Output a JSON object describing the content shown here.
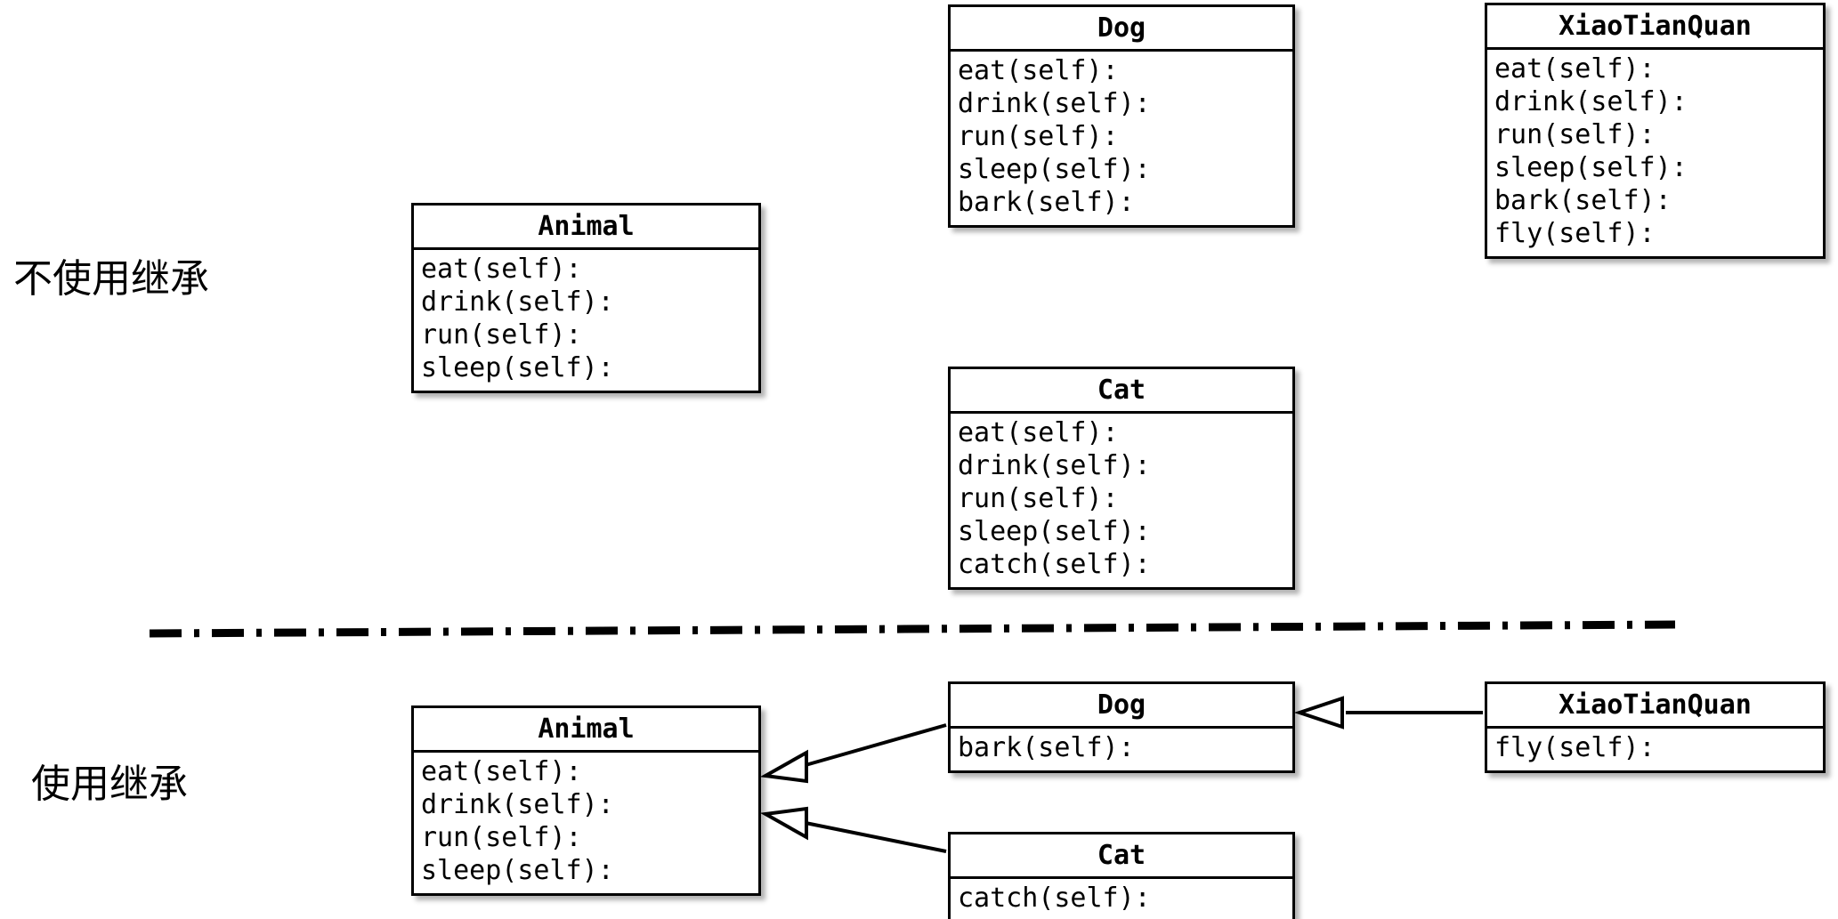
{
  "sections": {
    "without_inheritance": {
      "label": "不使用继承"
    },
    "with_inheritance": {
      "label": "使用继承"
    }
  },
  "classes_without_inheritance": [
    {
      "name": "Animal",
      "methods": [
        "eat(self):",
        "drink(self):",
        "run(self):",
        "sleep(self):"
      ]
    },
    {
      "name": "Dog",
      "methods": [
        "eat(self):",
        "drink(self):",
        "run(self):",
        "sleep(self):",
        "bark(self):"
      ]
    },
    {
      "name": "XiaoTianQuan",
      "methods": [
        "eat(self):",
        "drink(self):",
        "run(self):",
        "sleep(self):",
        "bark(self):",
        "fly(self):"
      ]
    },
    {
      "name": "Cat",
      "methods": [
        "eat(self):",
        "drink(self):",
        "run(self):",
        "sleep(self):",
        "catch(self):"
      ]
    }
  ],
  "classes_with_inheritance": [
    {
      "name": "Animal",
      "methods": [
        "eat(self):",
        "drink(self):",
        "run(self):",
        "sleep(self):"
      ]
    },
    {
      "name": "Dog",
      "methods": [
        "bark(self):"
      ]
    },
    {
      "name": "XiaoTianQuan",
      "methods": [
        "fly(self):"
      ]
    },
    {
      "name": "Cat",
      "methods": [
        "catch(self):"
      ]
    }
  ],
  "inheritance_relations": [
    {
      "child": "Dog",
      "parent": "Animal"
    },
    {
      "child": "Cat",
      "parent": "Animal"
    },
    {
      "child": "XiaoTianQuan",
      "parent": "Dog"
    }
  ],
  "colors": {
    "stroke": "#000000",
    "fill": "#ffffff",
    "text": "#000000"
  }
}
